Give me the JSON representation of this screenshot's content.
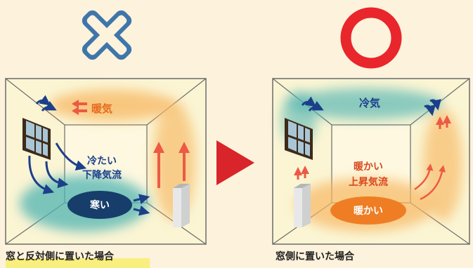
{
  "left_panel": {
    "mark": "cross",
    "warm_label": "暖気",
    "cold_flow_label_1": "冷たい",
    "cold_flow_label_2": "下降気流",
    "center_label": "寒い",
    "caption": "窓と反対側に置いた場合"
  },
  "right_panel": {
    "mark": "circle",
    "cool_label": "冷気",
    "warm_flow_label_1": "暖かい",
    "warm_flow_label_2": "上昇気流",
    "center_label": "暖かい",
    "caption": "窓側に置いた場合"
  },
  "colors": {
    "background": "#fdf2dc",
    "cross_mark": "#3f76aa",
    "circle_mark": "#e8262b",
    "arrow_play": "#d8242a",
    "cold_blue": "#1c3f8a",
    "warm_orange": "#f07a24",
    "red_arrow": "#ec5a45",
    "center_cold_fill": "#173d6b",
    "center_warm_fill": "#ef7d24"
  }
}
